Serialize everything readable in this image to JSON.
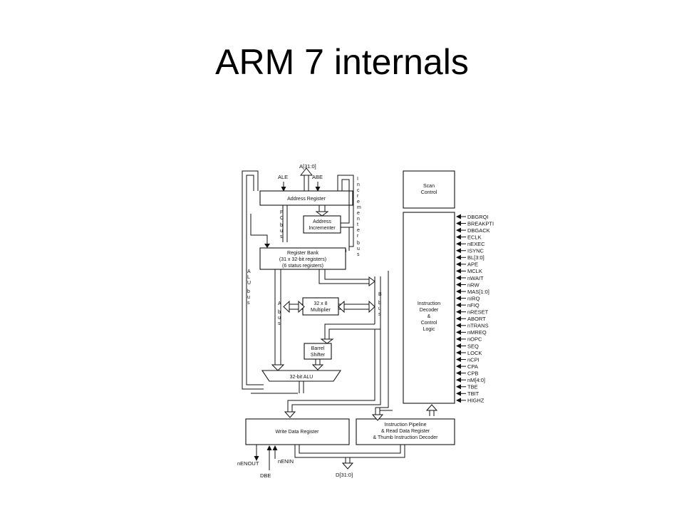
{
  "slide": {
    "title": "ARM 7 internals"
  },
  "diagram": {
    "top_inputs": {
      "address_bus": "A[31:0]",
      "ale": "ALE",
      "abe": "ABE"
    },
    "blocks": {
      "address_register": "Address Register",
      "address_incrementer": [
        "Address",
        "Incrementer"
      ],
      "register_bank": [
        "Register Bank",
        "(31 x 32-bit registers)",
        "(6 status registers)"
      ],
      "multiplier": [
        "32 x 8",
        "Multiplier"
      ],
      "barrel_shifter": [
        "Barrel",
        "Shifter"
      ],
      "alu": "32-bit ALU",
      "write_data_register": "Write Data Register",
      "instruction_pipeline": [
        "Instruction Pipeline",
        "& Read Data Register",
        "& Thumb Instruction Decoder"
      ],
      "scan_control": [
        "Scan",
        "Control"
      ],
      "instruction_decoder": [
        "Instruction",
        "Decoder",
        "&",
        "Control",
        "Logic"
      ]
    },
    "bus_labels": {
      "incrementer_bus": "Incrementer bus",
      "pc_bus": "PC bus",
      "alu_bus": "ALU bus",
      "a_bus": "A bus",
      "b_bus": "B bus"
    },
    "bottom_signals": {
      "nenout": "nENOUT",
      "nenin": "nENIN",
      "dbe": "DBE",
      "data_bus": "D[31:0]"
    },
    "control_signals": [
      "DBGRQI",
      "BREAKPTI",
      "DBGACK",
      "ECLK",
      "nEXEC",
      "ISYNC",
      "BL[3:0]",
      "APE",
      "MCLK",
      "nWAIT",
      "nRW",
      "MAS[1:0]",
      "nIRQ",
      "nFIQ",
      "nRESET",
      "ABORT",
      "nTRANS",
      "nMREQ",
      "nOPC",
      "SEQ",
      "LOCK",
      "nCPI",
      "CPA",
      "CPB",
      "nM[4:0]",
      "TBE",
      "TBIT",
      "HIGHZ"
    ]
  }
}
